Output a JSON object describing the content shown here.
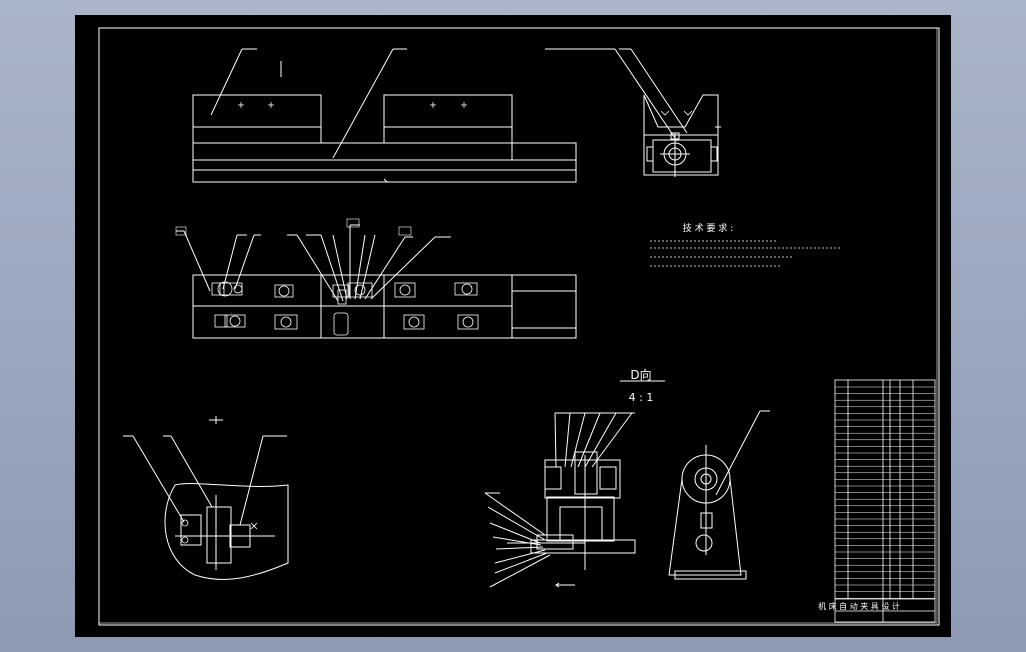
{
  "colors": {
    "background": "#000000",
    "line": "#ffffff",
    "frame": "#ffffff",
    "viewport": "#a3aec4"
  },
  "view_label": {
    "title": "D向",
    "scale": "4 : 1"
  },
  "technical_requirements": {
    "heading": "技 术 要 求 :"
  },
  "title_block": {
    "name_text": "机 床 自 动 夹 具 设 计"
  }
}
